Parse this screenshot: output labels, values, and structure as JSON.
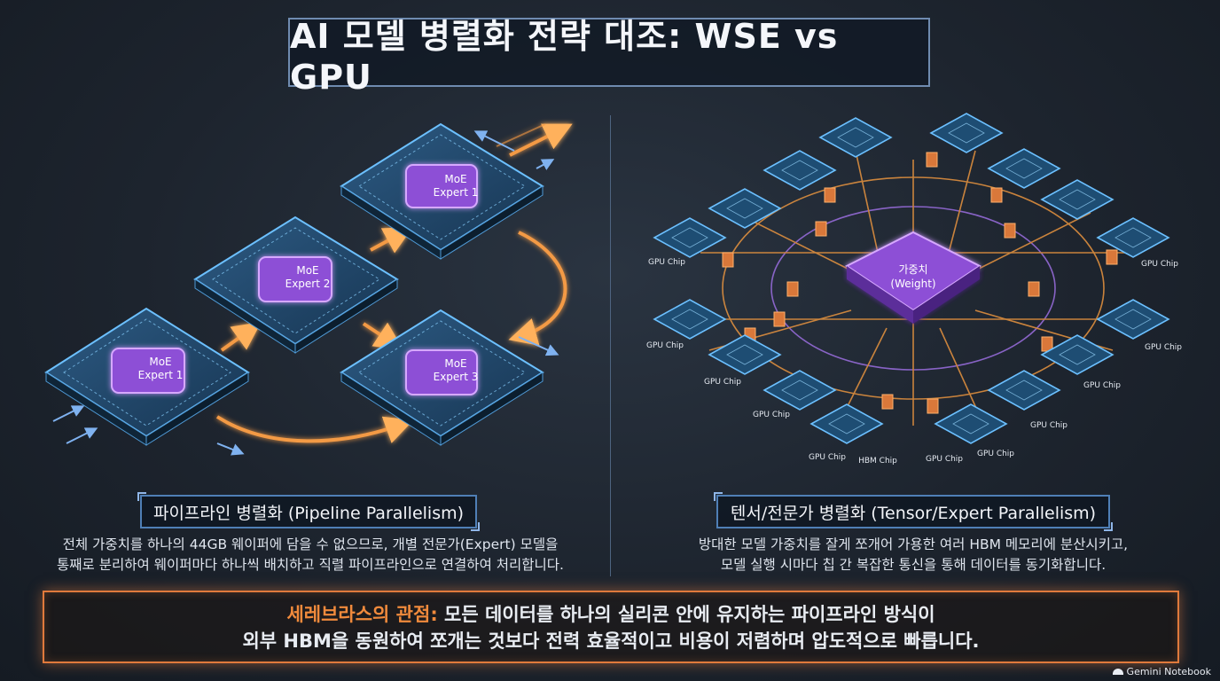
{
  "title": "AI 모델 병렬화 전략 대조: WSE vs GPU",
  "left": {
    "experts": [
      {
        "line1": "MoE",
        "line2": "Expert 1"
      },
      {
        "line1": "MoE",
        "line2": "Expert 2"
      },
      {
        "line1": "MoE",
        "line2": "Expert 1"
      },
      {
        "line1": "MoE",
        "line2": "Expert 3"
      }
    ],
    "heading": "파이프라인 병렬화 (Pipeline Parallelism)",
    "desc_line1": "전체 가중치를 하나의 44GB 웨이퍼에 담을 수 없으므로, 개별 전문가(Expert) 모델을",
    "desc_line2": "통째로 분리하여 웨이퍼마다 하나씩 배치하고 직렬 파이프라인으로 연결하여 처리합니다."
  },
  "right": {
    "center_line1": "가중치",
    "center_line2": "(Weight)",
    "chip_labels": [
      "GPU Chip",
      "GPU Chip",
      "GPU Chip",
      "GPU Chip",
      "GPU Chip",
      "GPU Chip",
      "GPU Chip",
      "GPU Chip",
      "GPU Chip",
      "HBM Chip",
      "GPU Chip",
      "GPU Chip"
    ],
    "heading": "텐서/전문가 병렬화 (Tensor/Expert Parallelism)",
    "desc_line1": "방대한 모델 가중치를 잘게 쪼개어 가용한 여러 HBM 메모리에 분산시키고,",
    "desc_line2": "모델 실행 시마다 칩 간 복잡한 통신을 통해 데이터를 동기화합니다."
  },
  "callout": {
    "highlight": "세레브라스의 관점:",
    "line1_rest": " 모든 데이터를 하나의 실리콘 안에 유지하는 파이프라인 방식이",
    "line2": "외부 HBM을 동원하여 쪼개는 것보다 전력 효율적이고 비용이 저렴하며 압도적으로 빠릅니다."
  },
  "brand": "Gemini Notebook",
  "colors": {
    "accent_orange": "#f08a3c",
    "accent_purple": "#9b5de5",
    "chip_blue": "#4fa3e0",
    "title_border": "#6f8bb0"
  }
}
